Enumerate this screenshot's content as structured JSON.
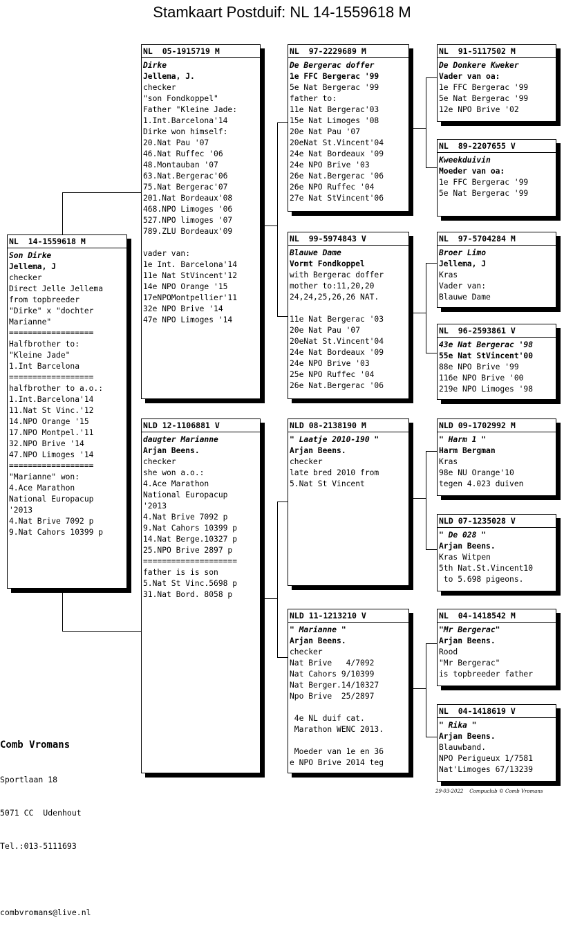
{
  "page_title": "Stamkaart Postduif: NL  14-1559618 M",
  "pigeons": {
    "root": {
      "ring": "NL  14-1559618 M",
      "name": "Son Dirke",
      "breeder": "Jellema, J",
      "lines": [
        "checker",
        "Direct Jelle Jellema",
        "from topbreeder",
        "\"Dirke\" x \"dochter",
        "Marianne\"",
        "==================",
        "Halfbrother to:",
        "\"Kleine Jade\"",
        "1.Int Barcelona",
        "==================",
        "halfbrother to a.o.:",
        "1.Int.Barcelona'14",
        "11.Nat St Vinc.'12",
        "14.NPO Orange '15",
        "17.NPO Montpel.'11",
        "32.NPO Brive '14",
        "47.NPO Limoges '14",
        "==================",
        "\"Marianne\" won:",
        "4.Ace Marathon",
        "National Europacup",
        "'2013",
        "4.Nat Brive 7092 p",
        "9.Nat Cahors 10399 p"
      ]
    },
    "father": {
      "ring": "NL  05-1915719 M",
      "name": "Dirke",
      "breeder": "Jellema, J.",
      "lines": [
        "checker",
        "\"son Fondkoppel\"",
        "Father \"Kleine Jade:",
        "1.Int.Barcelona'14",
        "Dirke won himself:",
        "20.Nat Pau '07",
        "46.Nat Ruffec '06",
        "48.Montauban '07",
        "63.Nat.Bergerac'06",
        "75.Nat Bergerac'07",
        "201.Nat Bordeaux'08",
        "468.NPO Limoges '06",
        "527.NPO limoges '07",
        "789.ZLU Bordeaux'09",
        "",
        "vader van:",
        "1e Int. Barcelona'14",
        "11e Nat StVincent'12",
        "14e NPO Orange '15",
        "17eNPOMontpellier'11",
        "32e NPO Brive '14",
        "47e NPO Limoges '14"
      ]
    },
    "mother": {
      "ring": "NLD 12-1106881 V",
      "name": "daugter Marianne",
      "breeder": "Arjan Beens.",
      "lines": [
        "checker",
        "she won a.o.:",
        "4.Ace Marathon",
        "National Europacup",
        "'2013",
        "4.Nat Brive 7092 p",
        "9.Nat Cahors 10399 p",
        "14.Nat Berge.10327 p",
        "25.NPO Brive 2897 p",
        "====================",
        "father is is son",
        "5.Nat St Vinc.5698 p",
        "31.Nat Bord. 8058 p"
      ]
    },
    "ff": {
      "ring": "NL  97-2229689 M",
      "name": "De Bergerac doffer",
      "breeder": "1e FFC Bergerac '99",
      "lines": [
        "5e Nat Bergerac '99",
        "father to:",
        "11e Nat Bergerac'03",
        "15e Nat Limoges '08",
        "20e Nat Pau '07",
        "20eNat St.Vincent'04",
        "24e Nat Bordeaux '09",
        "24e NPO Brive '03",
        "26e Nat.Bergerac '06",
        "26e NPO Ruffec '04",
        "27e Nat StVincent'06"
      ]
    },
    "fm": {
      "ring": "NL  99-5974843 V",
      "name": "Blauwe Dame",
      "breeder": "Vormt Fondkoppel",
      "lines": [
        "with Bergerac doffer",
        "mother to:11,20,20",
        "24,24,25,26,26 NAT.",
        "",
        "11e Nat Bergerac '03",
        "20e Nat Pau '07",
        "20eNat St.Vincent'04",
        "24e Nat Bordeaux '09",
        "24e NPO Brive '03",
        "25e NPO Ruffec '04",
        "26e Nat.Bergerac '06"
      ]
    },
    "mf": {
      "ring": "NLD 08-2138190 M",
      "name": "\" Laatje 2010-190 \"",
      "breeder": "Arjan Beens.",
      "lines": [
        "checker",
        "late bred 2010 from",
        "5.Nat St Vincent"
      ]
    },
    "mm": {
      "ring": "NLD 11-1213210 V",
      "name": "\" Marianne \"",
      "breeder": "Arjan Beens.",
      "lines": [
        "checker",
        "Nat Brive   4/7092",
        "Nat Cahors 9/10399",
        "Nat Berger.14/10327",
        "Npo Brive  25/2897",
        "",
        " 4e NL duif cat.",
        " Marathon WENC 2013.",
        "",
        " Moeder van 1e en 36",
        "e NPO Brive 2014 teg"
      ]
    },
    "fff": {
      "ring": "NL  91-5117502 M",
      "name": "De Donkere Kweker",
      "breeder": "Vader van oa:",
      "lines": [
        "1e FFC Bergerac '99",
        "5e Nat Bergerac '99",
        "12e NPO Brive '02"
      ]
    },
    "ffm": {
      "ring": "NL  89-2207655 V",
      "name": "Kweekduivin",
      "breeder": "Moeder van oa:",
      "lines": [
        "1e FFC Bergerac '99",
        "5e Nat Bergerac '99"
      ]
    },
    "fmf": {
      "ring": "NL  97-5704284 M",
      "name": "Broer Limo",
      "breeder": "Jellema, J",
      "lines": [
        "Kras",
        "Vader van:",
        "Blauwe Dame"
      ]
    },
    "fmm": {
      "ring": "NL  96-2593861 V",
      "name": "43e Nat Bergerac '98",
      "breeder": "55e Nat StVincent'00",
      "lines": [
        "88e NPO Brive '99",
        "116e NPO Brive '00",
        "219e NPO Limoges '98"
      ]
    },
    "mff": {
      "ring": "NLD 09-1702992 M",
      "name": "\" Harm 1 \"",
      "breeder": "Harm Bergman",
      "lines": [
        "Kras",
        "98e NU Orange'10",
        "tegen 4.023 duiven"
      ]
    },
    "mfm": {
      "ring": "NLD 07-1235028 V",
      "name": "\" De 028 \"",
      "breeder": "Arjan Beens.",
      "lines": [
        "Kras Witpen",
        "5th Nat.St.Vincent10",
        " to 5.698 pigeons."
      ]
    },
    "mmf": {
      "ring": "NL  04-1418542 M",
      "name": "\"Mr Bergerac\"",
      "breeder": "Arjan Beens.",
      "lines": [
        "Rood",
        "\"Mr Bergerac\"",
        "is topbreeder father"
      ]
    },
    "mmm": {
      "ring": "NL  04-1418619 V",
      "name": "\" Rika \"",
      "breeder": "Arjan Beens.",
      "lines": [
        "Blauwband.",
        "NPO Perigueux 1/7581",
        "Nat'Limoges 67/13239"
      ]
    }
  },
  "owner": {
    "name": "Comb Vromans",
    "street": "Sportlaan 18",
    "city": "5071 CC  Udenhout",
    "phone": "Tel.:013-5111693",
    "email": "combvromans@live.nl"
  },
  "footer": {
    "date": "29-03-2022",
    "credit": "Compuclub © Comb Vromans"
  }
}
